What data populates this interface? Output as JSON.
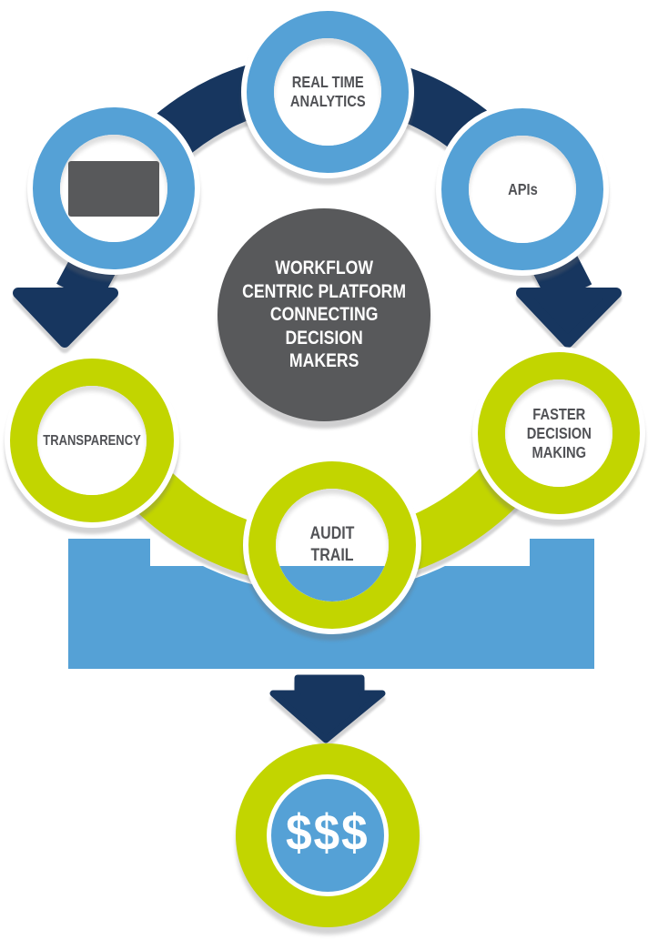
{
  "diagram": {
    "center_circle": {
      "lines": [
        "WORKFLOW",
        "CENTRIC PLATFORM",
        "CONNECTING",
        "DECISION",
        "MAKERS"
      ]
    },
    "nodes": {
      "logo": {
        "icon": "logo-placeholder"
      },
      "real_time_analytics": {
        "lines": [
          "REAL TIME",
          "ANALYTICS"
        ]
      },
      "apis": {
        "label": "APIs"
      },
      "transparency": {
        "label": "TRANSPARENCY"
      },
      "faster_decision_making": {
        "lines": [
          "FASTER",
          "DECISION",
          "MAKING"
        ]
      },
      "audit_trail": {
        "lines": [
          "AUDIT",
          "TRAIL"
        ]
      },
      "money": {
        "label": "$$$"
      }
    },
    "colors": {
      "blue": "#55a1d6",
      "navy": "#17365f",
      "green": "#c2d500",
      "dark_gray": "#58595b",
      "label_text": "#515256",
      "shadow_gray": "#d9dadb"
    }
  }
}
